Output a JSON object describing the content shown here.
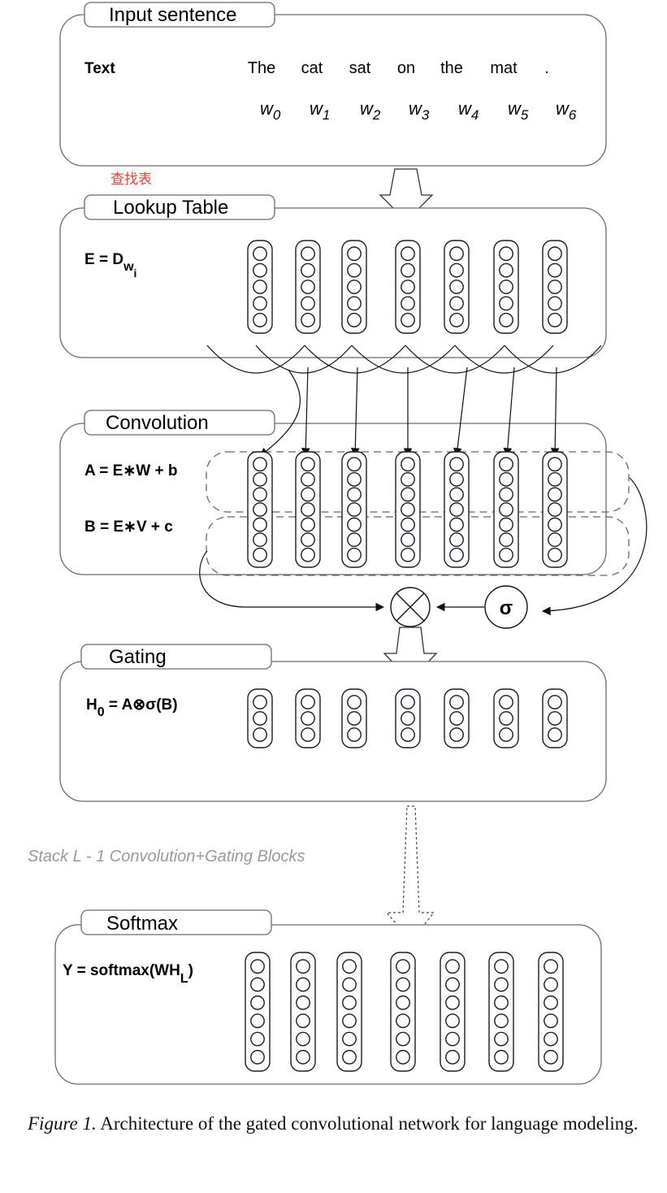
{
  "panels": {
    "input": {
      "title": "Input sentence",
      "row_label": "Text",
      "words": [
        "The",
        "cat",
        "sat",
        "on",
        "the",
        "mat",
        "."
      ],
      "symbols": [
        {
          "base": "w",
          "sub": "0"
        },
        {
          "base": "w",
          "sub": "1"
        },
        {
          "base": "w",
          "sub": "2"
        },
        {
          "base": "w",
          "sub": "3"
        },
        {
          "base": "w",
          "sub": "4"
        },
        {
          "base": "w",
          "sub": "5"
        },
        {
          "base": "w",
          "sub": "6"
        }
      ]
    },
    "lookup": {
      "title": "Lookup Table",
      "annotation": "查找表",
      "formula": {
        "main": "E = D",
        "sub": "w",
        "subsub": "i"
      }
    },
    "convolution": {
      "title": "Convolution",
      "formula_a": "A = E∗W + b",
      "formula_b": "B = E∗V + c"
    },
    "gating": {
      "title": "Gating",
      "formula": {
        "h": "H",
        "sub": "0",
        "rest": " = A⊗σ(B)"
      },
      "sigma_label": "σ"
    },
    "softmax": {
      "title": "Softmax",
      "formula": {
        "main": "Y = softmax(WH",
        "sub": "L",
        "close": ")"
      }
    }
  },
  "stack_note": "Stack L - 1 Convolution+Gating Blocks",
  "caption": {
    "figure": "Figure 1.",
    "text": "Architecture of the gated convolutional network for language modeling."
  },
  "colors": {
    "annotation": "#e8453c",
    "stack_note": "#9a9a9a",
    "neuron_stroke": "#1a1a2e"
  }
}
